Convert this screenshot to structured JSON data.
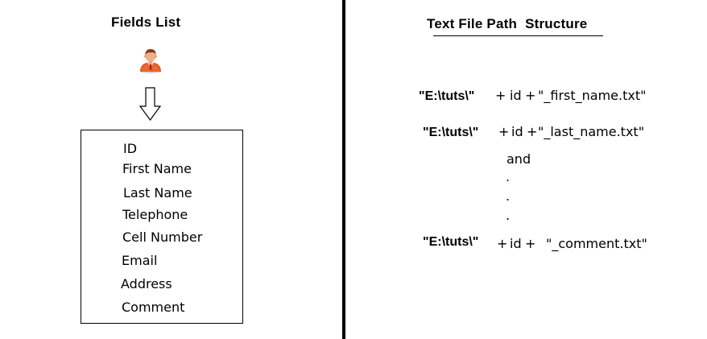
{
  "left_panel": {
    "title": "Fields List",
    "icon": "person-icon",
    "arrow": "down-arrow-icon",
    "fields": [
      "ID",
      "First Name",
      "Last Name",
      "Telephone",
      "Cell Number",
      "Email",
      "Address",
      "Comment"
    ]
  },
  "right_panel": {
    "title_part1": "Text File Path",
    "title_part2": "Structure",
    "rows": [
      {
        "prefix": "\"E:\\tuts\\\"",
        "plus1": "+",
        "id": "id",
        "plus2": "+",
        "suffix": "\"_first_name.txt\""
      },
      {
        "prefix": "\"E:\\tuts\\\"",
        "plus1": "+",
        "id": "id",
        "plus2": "+",
        "suffix": "\"_last_name.txt\""
      },
      {
        "prefix": "\"E:\\tuts\\\"",
        "plus1": "+",
        "id": "id",
        "plus2": "+",
        "suffix": "\"_comment.txt\""
      }
    ],
    "and_text": "and",
    "dots": [
      ".",
      ".",
      "."
    ]
  },
  "colors": {
    "text": "#000000",
    "background": "#ffffff",
    "divider": "#000000",
    "icon_skin": "#f2b08a",
    "icon_hair": "#8a3b16",
    "icon_suit": "#e2581f",
    "icon_tie": "#c0392b"
  }
}
